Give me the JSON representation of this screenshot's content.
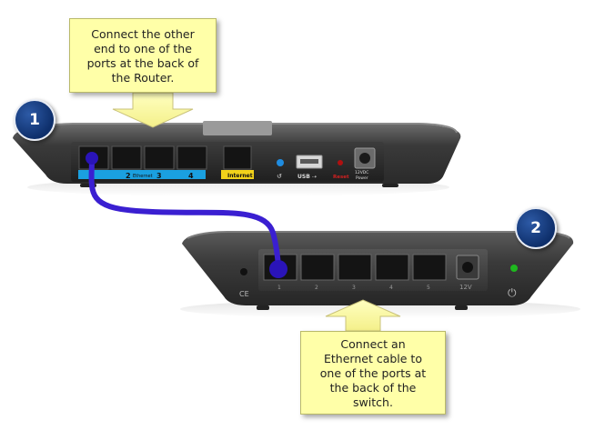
{
  "callouts": {
    "top": {
      "lines": [
        "Connect the other",
        "end to one of the",
        "ports at the back of",
        "the Router."
      ],
      "fill": "#ffffa8"
    },
    "bottom": {
      "lines": [
        "Connect an",
        "Ethernet cable to",
        "one of the ports at",
        "the back of the",
        "switch."
      ],
      "fill": "#ffffa8"
    }
  },
  "badges": {
    "step1": "1",
    "step2": "2",
    "color": "#163c7e"
  },
  "router": {
    "port_numbers": [
      "2",
      "3",
      "4"
    ],
    "ethernet_label": "Ethernet",
    "internet_label": "Internet",
    "usb_label": "USB",
    "reset_label": "Reset",
    "power_label_1": "12VDC",
    "power_label_2": "Power",
    "ethernet_band_color": "#1aa0e0",
    "internet_band_color": "#f2d21a"
  },
  "switch": {
    "port_numbers": [
      "1",
      "2",
      "3",
      "4",
      "5"
    ],
    "power_label": "12V"
  },
  "cable": {
    "color": "#3a1fd1"
  }
}
